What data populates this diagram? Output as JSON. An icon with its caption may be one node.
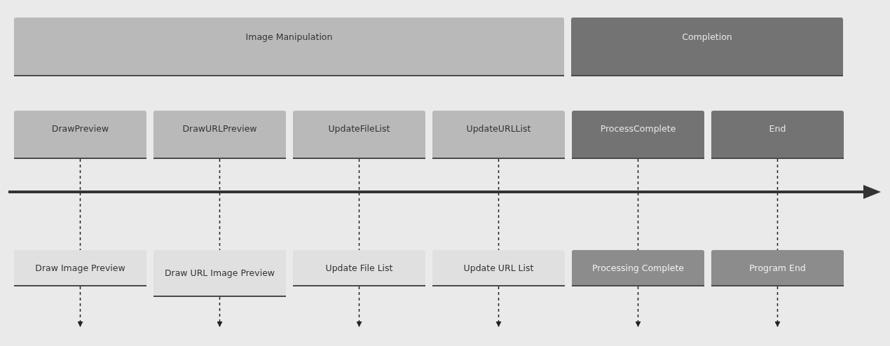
{
  "diagram": {
    "nodes": [
      {
        "text": [
          "Image Manipulation"
        ]
      },
      {
        "text": [
          "Completion"
        ]
      },
      {
        "text": [
          "DrawPreview"
        ]
      },
      {
        "text": [
          "DrawURLPreview"
        ]
      },
      {
        "text": [
          "UpdateFileList"
        ]
      },
      {
        "text": [
          "UpdateURLList"
        ]
      },
      {
        "text": [
          "ProcessComplete"
        ]
      },
      {
        "text": [
          "End"
        ]
      },
      {
        "text": [
          "Draw Image Preview"
        ]
      },
      {
        "text": [
          "Draw URL Image Preview"
        ]
      },
      {
        "text": [
          "Update File List"
        ]
      },
      {
        "text": [
          "Update URL List"
        ]
      },
      {
        "text": [
          "Processing Complete"
        ]
      },
      {
        "text": [
          "Program End"
        ]
      }
    ],
    "edges": [
      {
        "from": 2,
        "to": 8,
        "arrow": "none",
        "style": "dashed"
      },
      {
        "from": 3,
        "to": 9,
        "arrow": "none",
        "style": "dashed"
      },
      {
        "from": 4,
        "to": 10,
        "arrow": "none",
        "style": "dashed"
      },
      {
        "from": 5,
        "to": 11,
        "arrow": "none",
        "style": "dashed"
      },
      {
        "from": 6,
        "to": 12,
        "arrow": "none",
        "style": "dashed"
      },
      {
        "from": 7,
        "to": 13,
        "arrow": "none",
        "style": "dashed"
      },
      {
        "from": 8,
        "to": null,
        "arrow": "to",
        "style": "dashed"
      },
      {
        "from": 9,
        "to": null,
        "arrow": "to",
        "style": "dashed"
      },
      {
        "from": 10,
        "to": null,
        "arrow": "to",
        "style": "dashed"
      },
      {
        "from": 11,
        "to": null,
        "arrow": "to",
        "style": "dashed"
      },
      {
        "from": 12,
        "to": null,
        "arrow": "to",
        "style": "dashed"
      },
      {
        "from": 13,
        "to": null,
        "arrow": "to",
        "style": "dashed"
      }
    ]
  }
}
